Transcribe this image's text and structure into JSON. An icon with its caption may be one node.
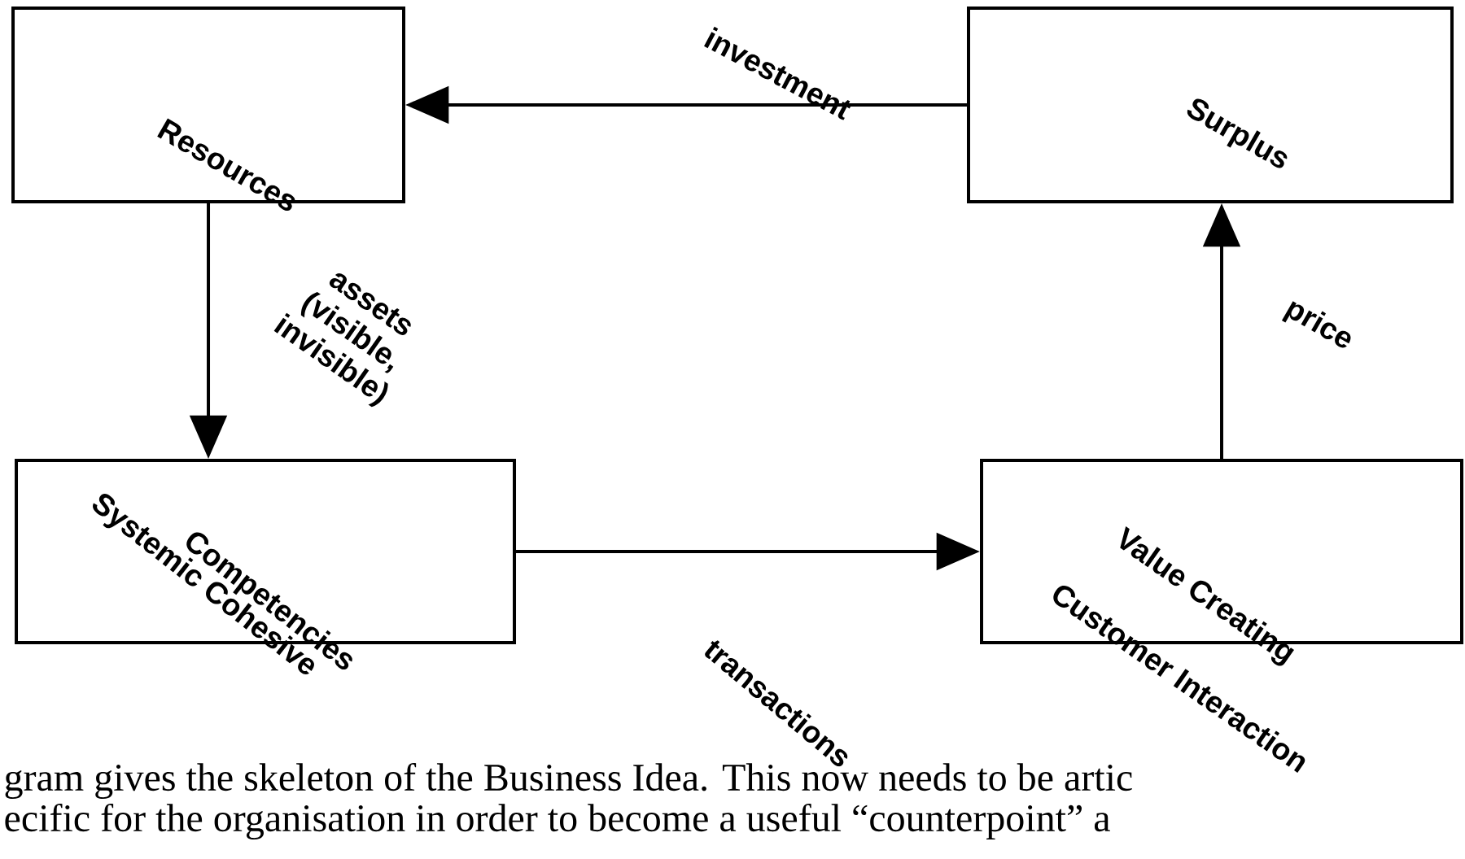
{
  "diagram": {
    "nodes": [
      {
        "text": [
          "Resources"
        ]
      },
      {
        "text": [
          "Surplus"
        ]
      },
      {
        "text": [
          "Systemic Cohesive",
          "Competencies"
        ]
      },
      {
        "text": [
          "Value Creating",
          "Customer Interaction"
        ]
      }
    ],
    "edges": [
      {
        "from": 1,
        "to": 0,
        "arrow": "to",
        "label": "investment"
      },
      {
        "from": 0,
        "to": 2,
        "arrow": "to",
        "label": "assets (visible, invisible)"
      },
      {
        "from": 2,
        "to": 3,
        "arrow": "to",
        "label": "transactions"
      },
      {
        "from": 3,
        "to": 1,
        "arrow": "to",
        "label": "price"
      }
    ],
    "labels": [
      "gram gives the skeleton of the Business Idea. This now needs to be artic",
      "ecific for the organisation in order to become a useful “counterpoint” a"
    ]
  }
}
